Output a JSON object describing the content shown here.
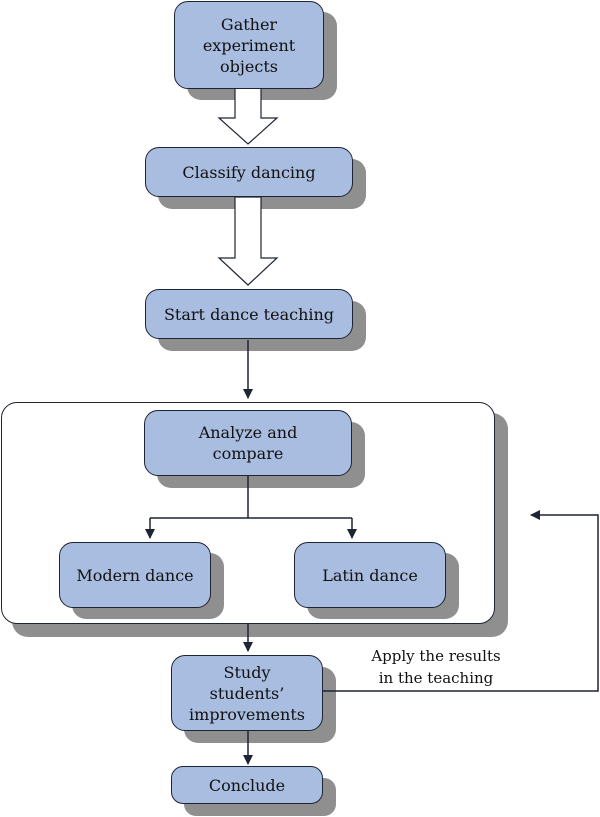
{
  "diagram": {
    "nodes": {
      "gather": "Gather\nexperiment\nobjects",
      "classify": "Classify dancing",
      "start": "Start dance teaching",
      "analyze": "Analyze and\ncompare",
      "modern": "Modern dance",
      "latin": "Latin dance",
      "study": "Study\nstudents’\nimprovements",
      "conclude": "Conclude"
    },
    "feedback_label": {
      "line1": "Apply the results",
      "line2": "in the teaching"
    },
    "colors": {
      "node_fill": "#a9bde0",
      "border": "#1e2433",
      "shadow": "#8f8f8f",
      "hollow_arrow_fill": "#ffffff"
    }
  }
}
